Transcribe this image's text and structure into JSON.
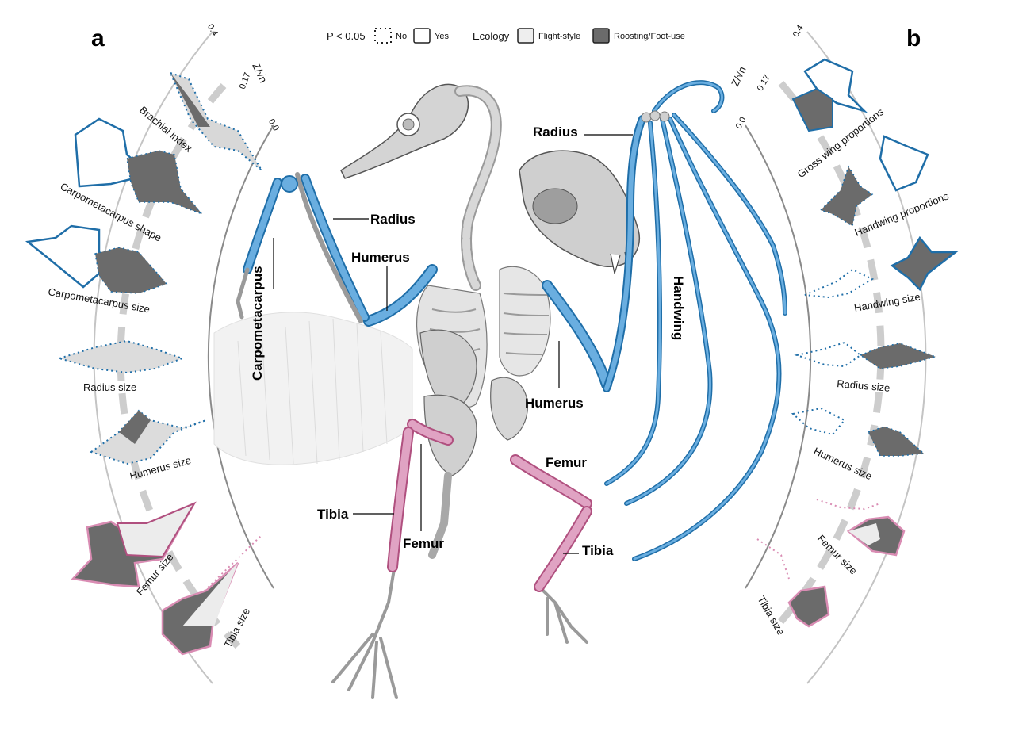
{
  "panels": {
    "a": "a",
    "b": "b"
  },
  "legend": {
    "p_label": "P < 0.05",
    "no": "No",
    "yes": "Yes",
    "ecology_label": "Ecology",
    "flight": "Flight-style",
    "roosting": "Roosting/Foot-use"
  },
  "axis": {
    "stat_label": "Z/√n",
    "tick_outer": "0.4",
    "tick_mid": "0.17",
    "tick_inner": "0.0"
  },
  "bird_traits": [
    "Brachial index",
    "Carpometacarpus shape",
    "Carpometacarpus size",
    "Radius size",
    "Humerus size",
    "Femur size",
    "Tibia size"
  ],
  "bat_traits": [
    "Gross wing proportions",
    "Handwing proportions",
    "Handwing size",
    "Radius size",
    "Humerus size",
    "Femur size",
    "Tibia size"
  ],
  "bird_bones": {
    "radius": "Radius",
    "humerus": "Humerus",
    "carpometacarpus": "Carpometacarpus",
    "tibia": "Tibia",
    "femur": "Femur"
  },
  "bat_bones": {
    "radius": "Radius",
    "handwing": "Handwing",
    "humerus": "Humerus",
    "femur": "Femur",
    "tibia": "Tibia"
  },
  "colors": {
    "wing_blue": "#5b9fd6",
    "wing_outline": "#1f6ea8",
    "leg_pink": "#d98cb3",
    "leg_outline": "#b0507f",
    "roost_fill": "#6b6b6b",
    "flight_fill": "#dcdcdc",
    "arc": "#bdbdbd"
  }
}
